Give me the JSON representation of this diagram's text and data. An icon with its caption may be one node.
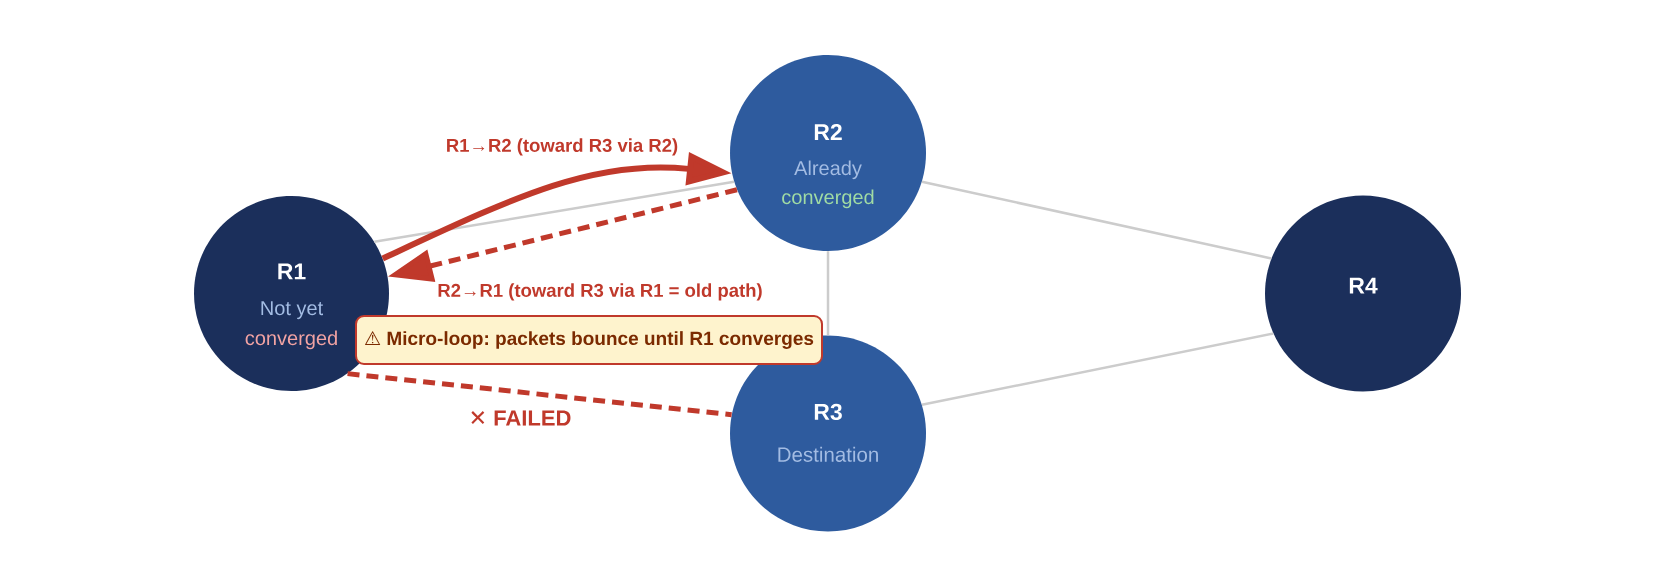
{
  "diagram": {
    "nodes": [
      {
        "text": [
          "R1",
          "Not yet",
          "converged"
        ]
      },
      {
        "text": [
          "R2",
          "Already",
          "converged"
        ]
      },
      {
        "text": [
          "R3",
          "Destination"
        ]
      },
      {
        "text": [
          "R4"
        ]
      },
      {
        "text": [
          "⚠ Micro-loop: packets bounce until R1 converges"
        ]
      }
    ],
    "edges": [
      {
        "from": 0,
        "to": 1,
        "arrow": "none"
      },
      {
        "from": 1,
        "to": 3,
        "arrow": "none"
      },
      {
        "from": 1,
        "to": 2,
        "arrow": "none"
      },
      {
        "from": 2,
        "to": 3,
        "arrow": "none"
      },
      {
        "from": 0,
        "to": 1,
        "arrow": "to",
        "label": "R1→R2 (toward R3 via R2)",
        "style": "thick",
        "color": "#c0392b"
      },
      {
        "from": 1,
        "to": 0,
        "arrow": "to",
        "label": "R2→R1 (toward R3 via R1 = old path)",
        "style": "dashed",
        "color": "#c0392b"
      },
      {
        "from": 0,
        "to": 2,
        "arrow": "none",
        "label": "✕ FAILED",
        "style": "dashed",
        "color": "#c0392b"
      }
    ]
  }
}
